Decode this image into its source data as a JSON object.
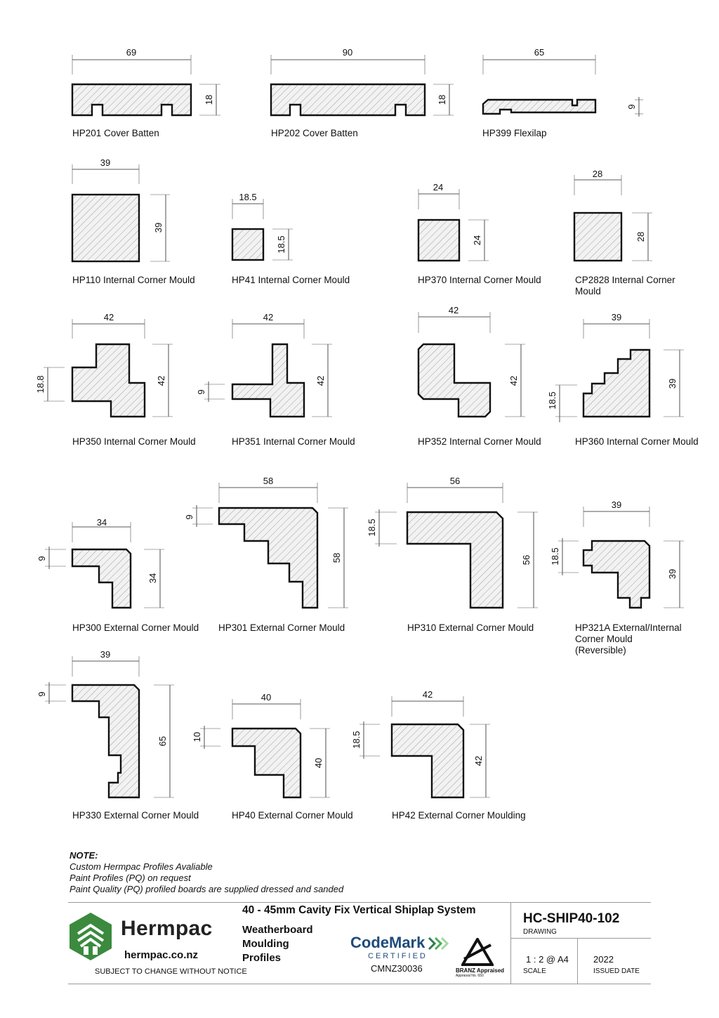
{
  "profiles": [
    {
      "code": "HP201",
      "label": "HP201 Cover Batten",
      "dims": [
        "69",
        "18"
      ]
    },
    {
      "code": "HP202",
      "label": "HP202 Cover Batten",
      "dims": [
        "90",
        "18"
      ]
    },
    {
      "code": "HP399",
      "label": "HP399 Flexilap",
      "dims": [
        "65",
        "9"
      ]
    },
    {
      "code": "HP110",
      "label": "HP110 Internal Corner Mould",
      "dims": [
        "39",
        "39"
      ]
    },
    {
      "code": "HP41",
      "label": "HP41 Internal Corner Mould",
      "dims": [
        "18.5",
        "18.5"
      ]
    },
    {
      "code": "HP370",
      "label": "HP370 Internal Corner Mould",
      "dims": [
        "24",
        "24"
      ]
    },
    {
      "code": "CP2828",
      "label": "CP2828 Internal Corner",
      "label2": "Mould",
      "dims": [
        "28",
        "28"
      ]
    },
    {
      "code": "HP350",
      "label": "HP350 Internal Corner Mould",
      "dims": [
        "42",
        "42",
        "18.8"
      ]
    },
    {
      "code": "HP351",
      "label": "HP351 Internal Corner Mould",
      "dims": [
        "42",
        "42",
        "9"
      ]
    },
    {
      "code": "HP352",
      "label": "HP352 Internal Corner Mould",
      "dims": [
        "42",
        "42"
      ]
    },
    {
      "code": "HP360",
      "label": "HP360 Internal Corner Mould",
      "dims": [
        "39",
        "39",
        "18.5"
      ]
    },
    {
      "code": "HP300",
      "label": "HP300 External Corner Mould",
      "dims": [
        "34",
        "34",
        "9"
      ]
    },
    {
      "code": "HP301",
      "label": "HP301 External Corner Mould",
      "dims": [
        "58",
        "58",
        "9"
      ]
    },
    {
      "code": "HP310",
      "label": "HP310 External Corner Mould",
      "dims": [
        "56",
        "56",
        "18.5"
      ]
    },
    {
      "code": "HP321A",
      "label": "HP321A External/Internal",
      "label2": "Corner Mould",
      "label3": "(Reversible)",
      "dims": [
        "39",
        "39",
        "18.5"
      ]
    },
    {
      "code": "HP330",
      "label": "HP330 External Corner Mould",
      "dims": [
        "39",
        "65",
        "9"
      ]
    },
    {
      "code": "HP40",
      "label": "HP40 External Corner Mould",
      "dims": [
        "40",
        "40",
        "10"
      ]
    },
    {
      "code": "HP42",
      "label": "HP42 External Corner Moulding",
      "dims": [
        "42",
        "42",
        "18.5"
      ]
    }
  ],
  "notes": {
    "heading": "NOTE:",
    "lines": [
      "Custom Hermpac Profiles Avaliable",
      "Paint Profiles (PQ) on request",
      "Paint Quality (PQ) profiled boards are supplied dressed and sanded"
    ]
  },
  "title_block": {
    "brand_name": "Hermpac",
    "brand_url": "hermpac.co.nz",
    "brand_note": "SUBJECT TO CHANGE WITHOUT NOTICE",
    "system_title": "40 - 45mm Cavity Fix Vertical Shiplap System",
    "subtitle_1": "Weatherboard",
    "subtitle_2": "Moulding",
    "subtitle_3": "Profiles",
    "codemark": "CodeMark",
    "codemark_sub": "CERTIFIED",
    "cert_number": "CMNZ30036",
    "branz": "BRANZ Appraised",
    "branz_sub": "Appraisal No. 650",
    "drawing_number": "HC-SHIP40-102",
    "drawing_label": "DRAWING",
    "scale_value": "1 : 2 @ A4",
    "scale_label": "SCALE",
    "date_value": "2022",
    "date_label": "ISSUED DATE"
  },
  "colors": {
    "brand_green": "#3b8a3e",
    "codemark_blue": "#1f4b7a",
    "hatch_fill": "#f2f2f2",
    "hatch_line": "#8a8a8a"
  }
}
